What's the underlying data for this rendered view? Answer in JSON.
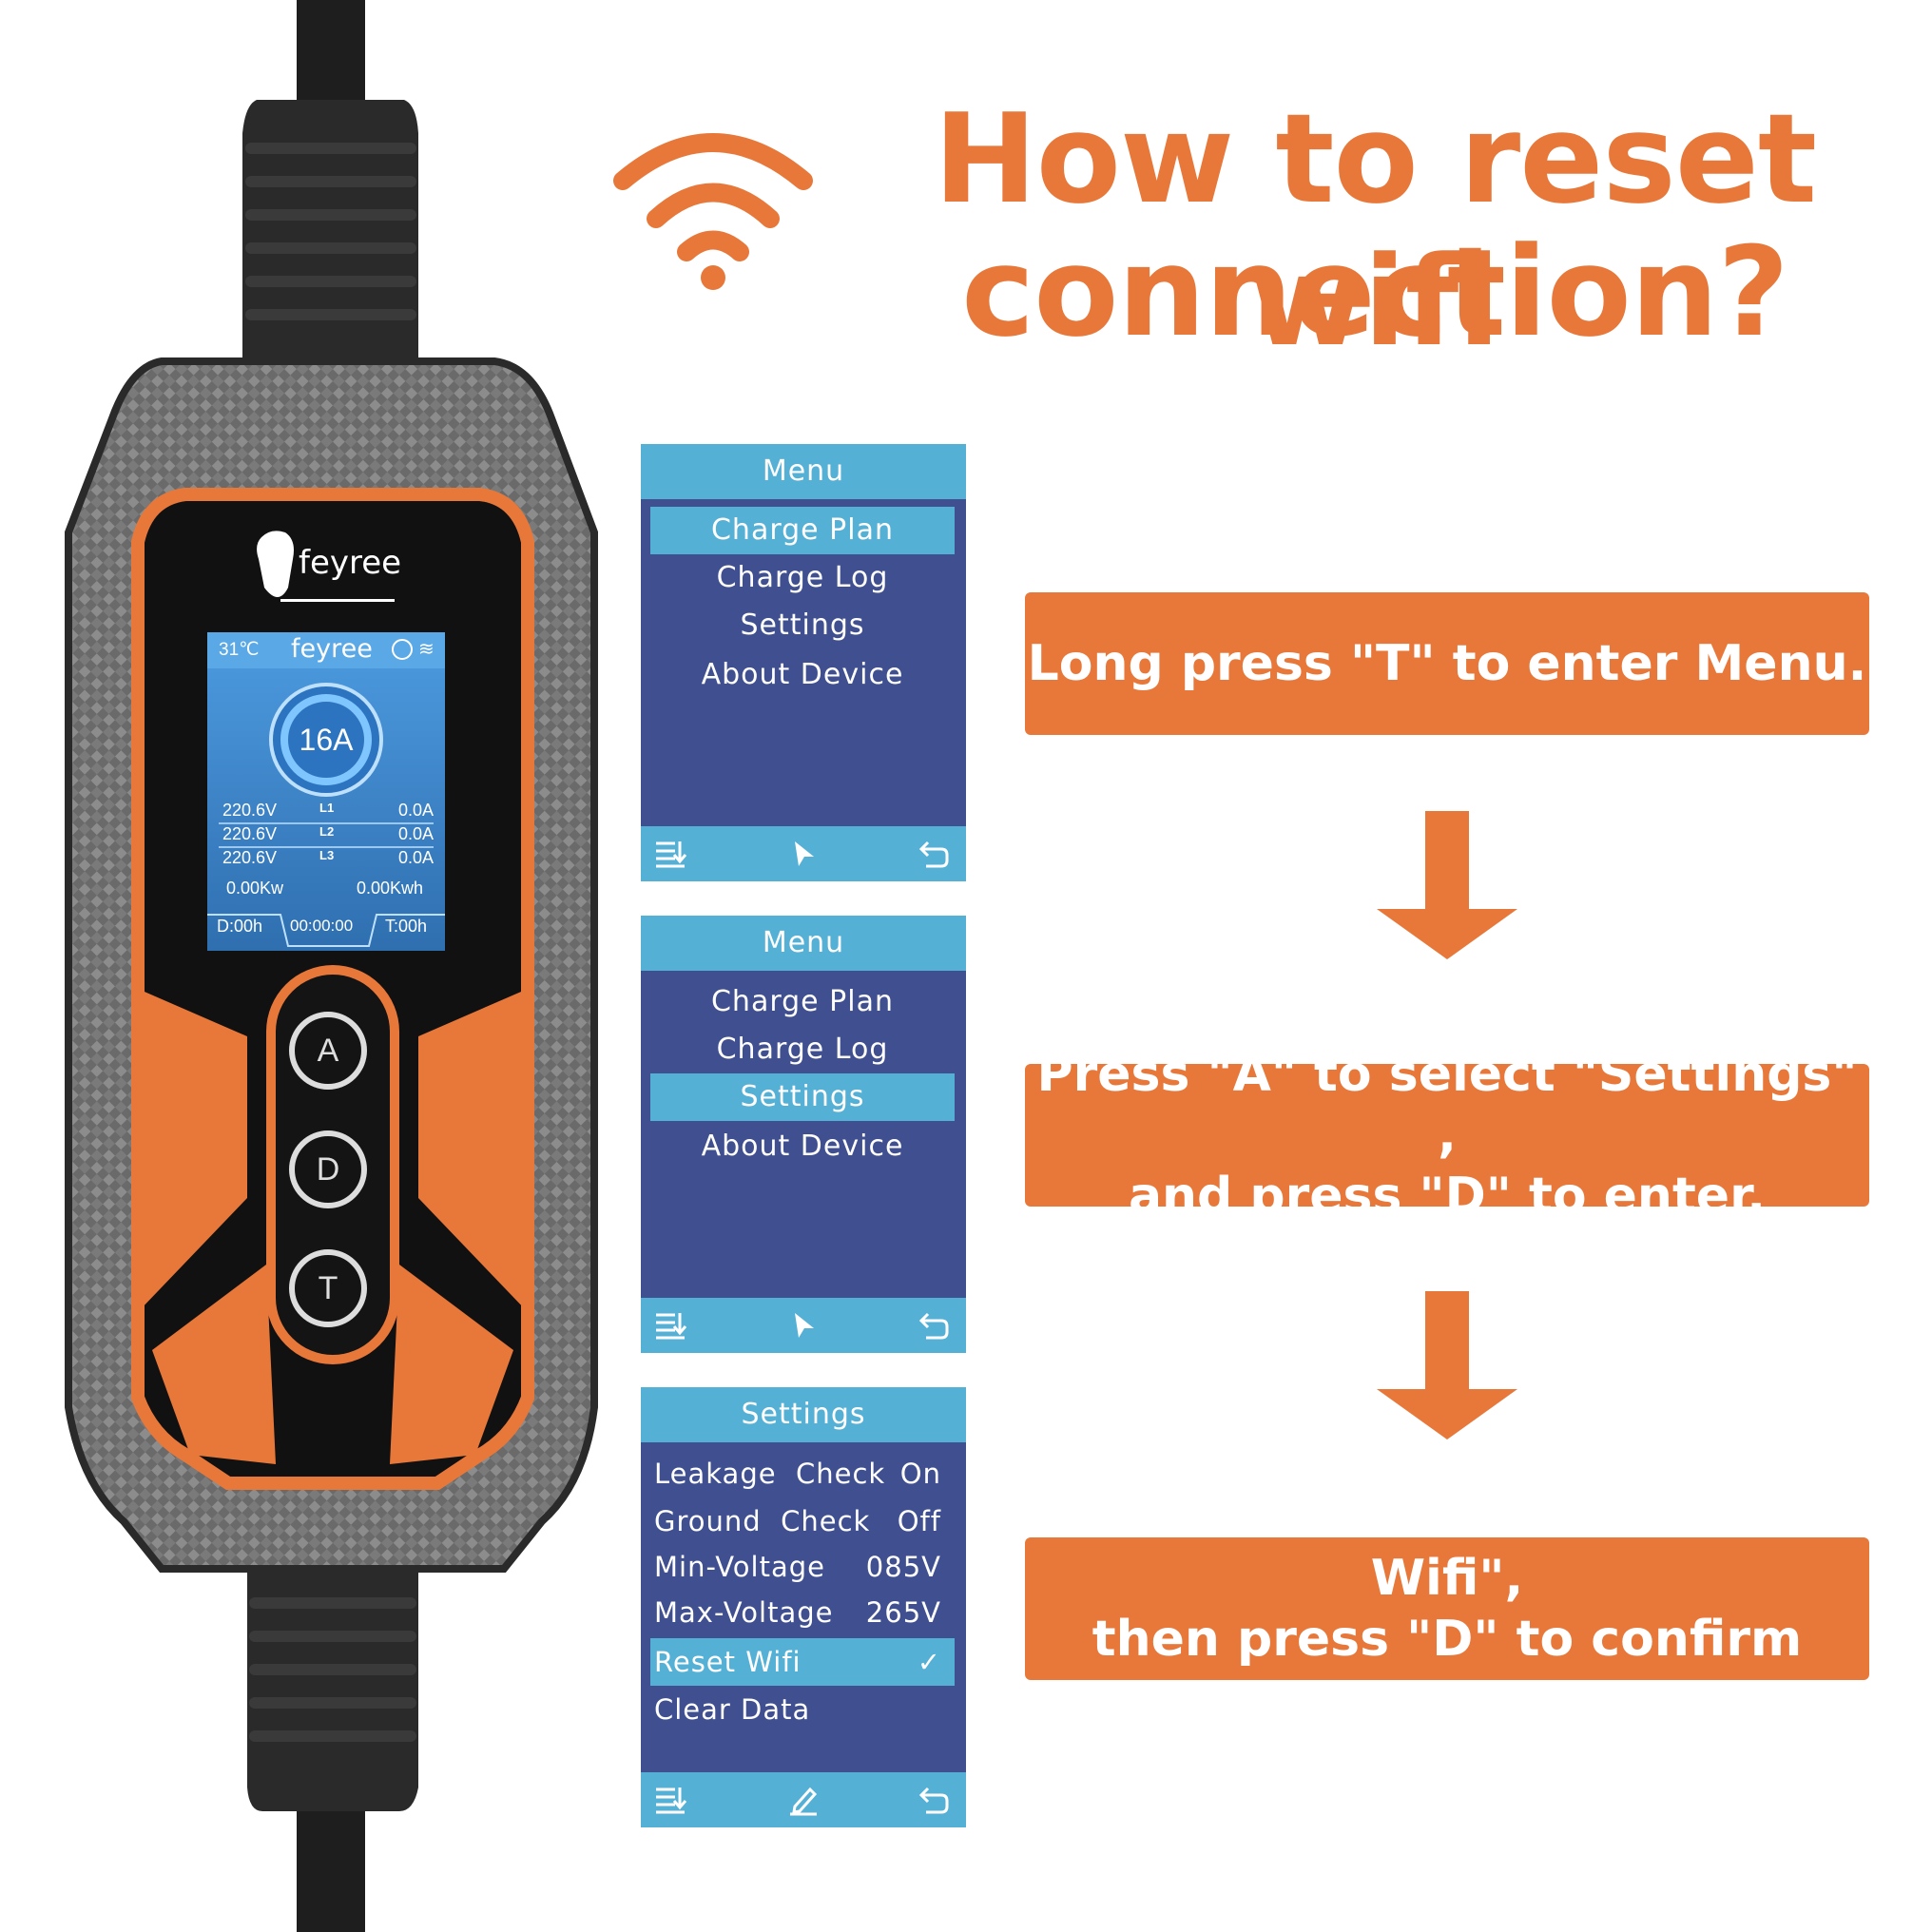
{
  "title": {
    "line1": "How to reset wifi",
    "line2": "connection?"
  },
  "device": {
    "brand": "feyree",
    "screen": {
      "temperature": "31℃",
      "brand": "feyree",
      "current": "16A",
      "phases": [
        {
          "voltage": "220.6V",
          "label": "L1",
          "amps": "0.0A"
        },
        {
          "voltage": "220.6V",
          "label": "L2",
          "amps": "0.0A"
        },
        {
          "voltage": "220.6V",
          "label": "L3",
          "amps": "0.0A"
        }
      ],
      "power": "0.00Kw",
      "energy": "0.00Kwh",
      "delay": "D:00h",
      "timer": "00:00:00",
      "time": "T:00h"
    },
    "buttons": [
      "A",
      "D",
      "T"
    ]
  },
  "screen1": {
    "header": "Menu",
    "items": [
      "Charge Plan",
      "Charge Log",
      "Settings",
      "About Device"
    ],
    "selected": 0
  },
  "screen2": {
    "header": "Menu",
    "items": [
      "Charge Plan",
      "Charge Log",
      "Settings",
      "About Device"
    ],
    "selected": 2
  },
  "screen3": {
    "header": "Settings",
    "rows": [
      {
        "label": "Leakage  Check",
        "value": "On"
      },
      {
        "label": "Ground  Check",
        "value": "Off"
      },
      {
        "label": "Min-Voltage",
        "value": "085V"
      },
      {
        "label": "Max-Voltage",
        "value": "265V"
      },
      {
        "label": "Reset Wifi",
        "value": "✓"
      },
      {
        "label": "Clear Data",
        "value": ""
      }
    ],
    "selected": 4
  },
  "steps": {
    "step1": [
      "Long press \"T\" to enter Menu."
    ],
    "step2": [
      "Press \"A\" to select \"Settings\" ,",
      "and press \"D\" to enter."
    ],
    "step3": [
      "Press \"A\" to select \"Reset Wifi\",",
      "then press \"D\" to confirm reset."
    ]
  },
  "colors": {
    "accent": "#e8783a",
    "lcd_body": "#3f4f8f",
    "lcd_bar": "#55b0d6",
    "device_screen": "#3b86c7"
  }
}
